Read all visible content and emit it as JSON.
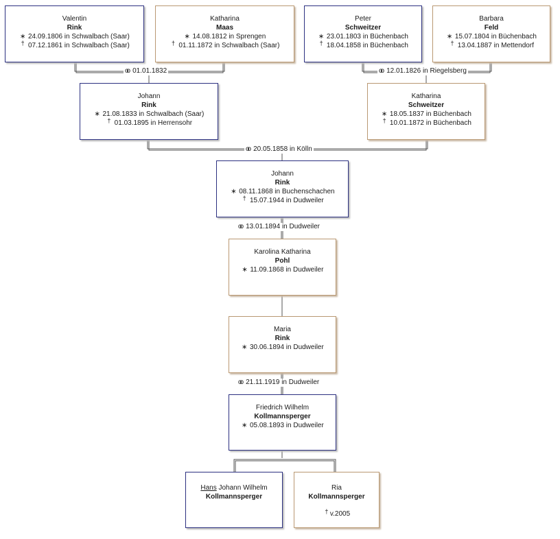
{
  "symbols": {
    "birth": "∗",
    "death": "†",
    "marriage": "oo"
  },
  "persons": {
    "valentin": {
      "given": "Valentin",
      "surname": "Rink",
      "birth": "24.09.1806 in Schwalbach (Saar)",
      "death": "07.12.1861 in Schwalbach (Saar)"
    },
    "katharina_maas": {
      "given": "Katharina",
      "surname": "Maas",
      "birth": "14.08.1812 in Sprengen",
      "death": "01.11.1872 in Schwalbach (Saar)"
    },
    "peter": {
      "given": "Peter",
      "surname": "Schweitzer",
      "birth": "23.01.1803 in Büchenbach",
      "death": "18.04.1858 in Büchenbach"
    },
    "barbara": {
      "given": "Barbara",
      "surname": "Feld",
      "birth": "15.07.1804 in Büchenbach",
      "death": "13.04.1887 in Mettendorf"
    },
    "johann_sr": {
      "given": "Johann",
      "surname": "Rink",
      "birth": "21.08.1833 in Schwalbach (Saar)",
      "death": "01.03.1895 in Herrensohr"
    },
    "katharina_schweitzer": {
      "given": "Katharina",
      "surname": "Schweitzer",
      "birth": "18.05.1837 in Büchenbach",
      "death": "10.01.1872 in Büchenbach"
    },
    "johann_jr": {
      "given": "Johann",
      "surname": "Rink",
      "birth": "08.11.1868 in Buchenschachen",
      "death": "15.07.1944 in Dudweiler"
    },
    "karolina": {
      "given": "Karolina Katharina",
      "surname": "Pohl",
      "birth": "11.09.1868 in Dudweiler"
    },
    "maria": {
      "given": "Maria",
      "surname": "Rink",
      "birth": "30.06.1894 in Dudweiler"
    },
    "friedrich": {
      "given": "Friedrich Wilhelm",
      "surname": "Kollmannsperger",
      "birth": "05.08.1893 in Dudweiler"
    },
    "hans": {
      "given_underlined": "Hans",
      "given_rest": " Johann Wilhelm",
      "surname": "Kollmannsperger"
    },
    "ria": {
      "given": "Ria",
      "surname": "Kollmannsperger",
      "death": "v.2005"
    }
  },
  "marriages": {
    "m1": "01.01.1832",
    "m2": "12.01.1826 in Riegelsberg",
    "m3": "20.05.1858 in Kölln",
    "m4": "13.01.1894 in Dudweiler",
    "m5": "21.11.1919 in Dudweiler"
  }
}
